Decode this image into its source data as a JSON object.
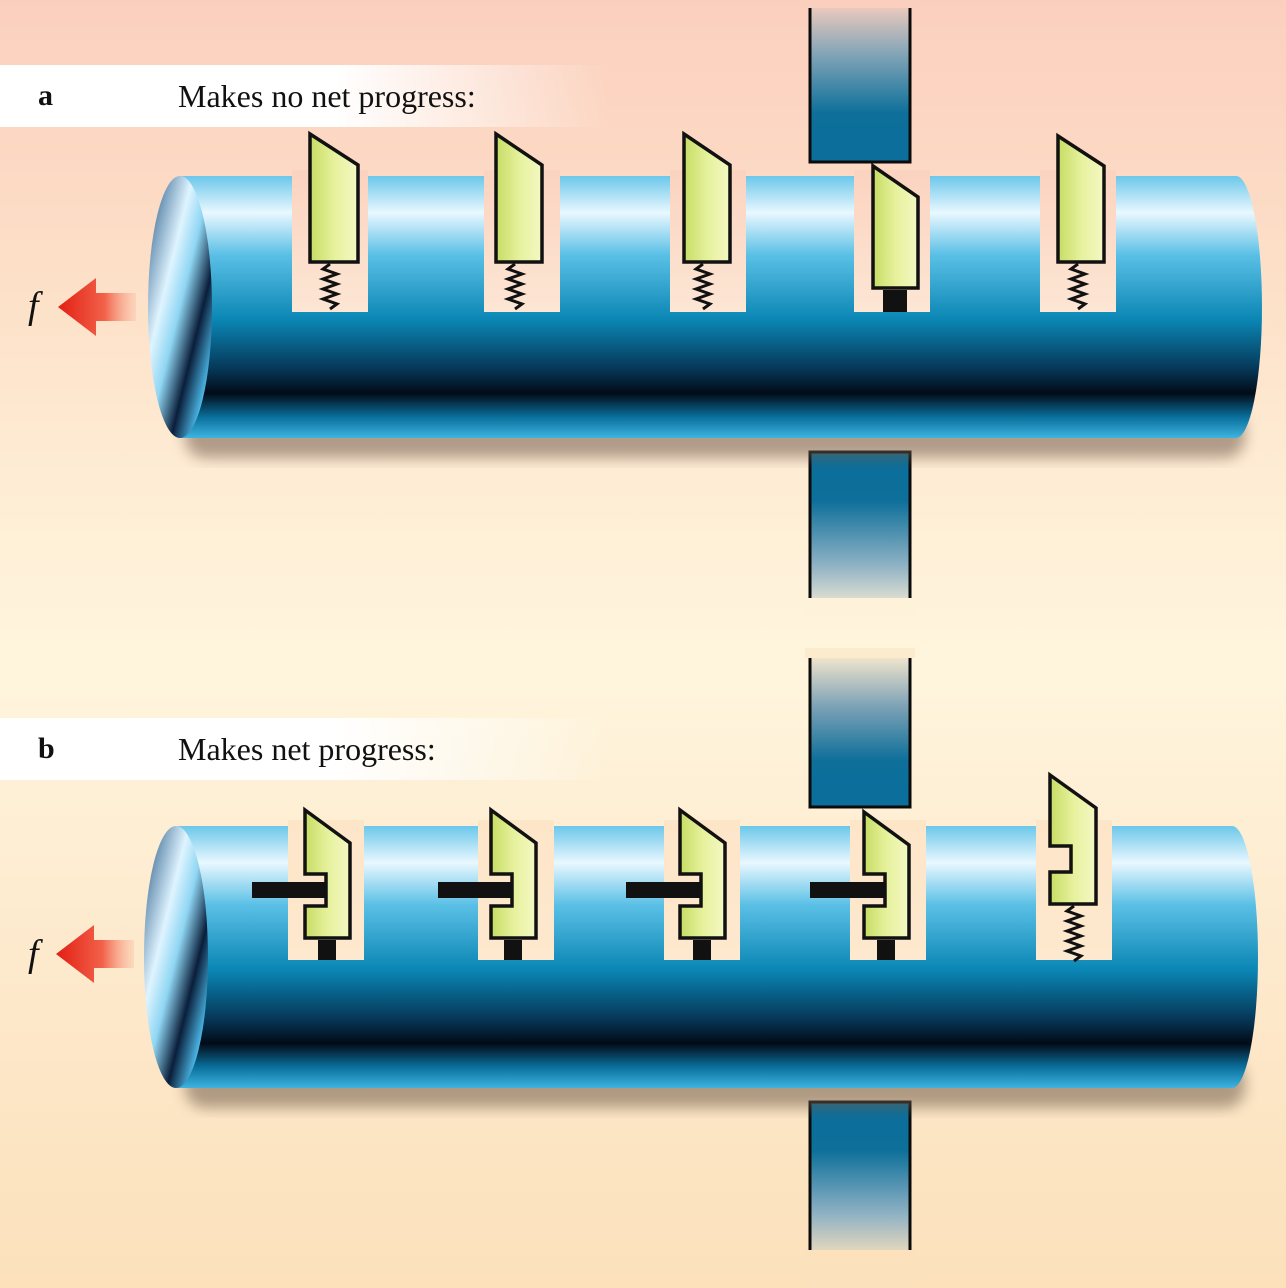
{
  "panels": [
    {
      "letter": "a",
      "caption": "Makes no net progress:",
      "force_label": "f"
    },
    {
      "letter": "b",
      "caption": "Makes net progress:",
      "force_label": "f"
    }
  ],
  "colors": {
    "cylinder": "#0a86b4",
    "cylinder_dark": "#020d1c",
    "pawl_fill": "#dcec86",
    "force_arrow": "#e8261b",
    "pore": "#0d6f9a"
  },
  "icon_names": [
    "force-arrow-icon",
    "spring-icon",
    "pawl-icon",
    "latch-bar-icon"
  ]
}
